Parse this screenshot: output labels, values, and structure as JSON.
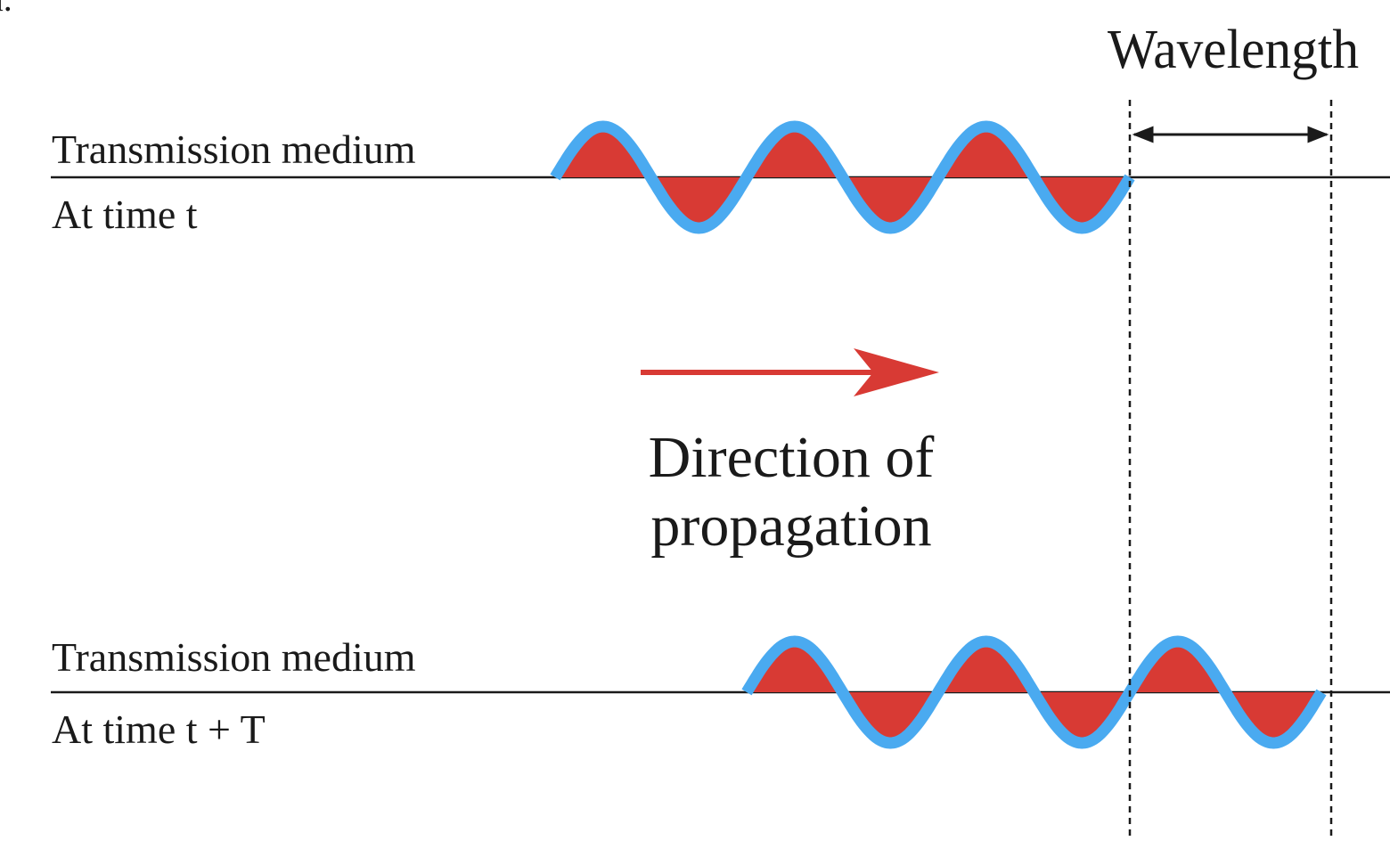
{
  "corner_fragment": "a.",
  "top_panel": {
    "medium_label": "Transmission medium",
    "time_label": "At time t"
  },
  "bottom_panel": {
    "medium_label": "Transmission medium",
    "time_label": "At time t + T"
  },
  "wavelength_label": "Wavelength",
  "direction_label": {
    "line1": "Direction of",
    "line2": "propagation"
  },
  "wave": {
    "cycles_shown": 3,
    "bottom_shift_cycles": 1
  },
  "colors": {
    "wave_stroke": "#4aaaf0",
    "wave_fill": "#d83a34",
    "arrow": "#d83a34",
    "line": "#1a1a1a"
  }
}
